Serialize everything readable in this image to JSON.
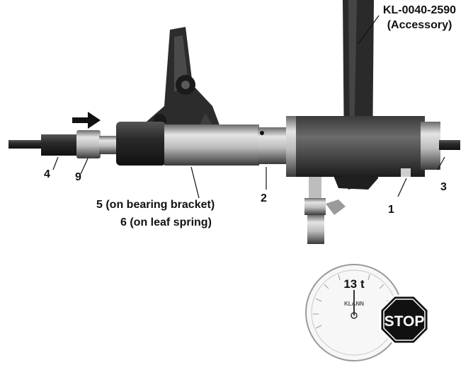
{
  "labels": {
    "tool_name": "KL-0040-2590",
    "tool_note": "(Accessory)",
    "n1": "1",
    "n2": "2",
    "n3": "3",
    "n4": "4",
    "n9": "9",
    "bearing": "5 (on bearing bracket)",
    "leaf": "6 (on leaf spring)"
  },
  "gauge": {
    "reading": "13 t",
    "brand": "KLANN",
    "stop_text": "STOP"
  },
  "colors": {
    "metal_dark": "#2b2b2b",
    "metal_mid": "#8a8a8a",
    "metal_light": "#d9d9d9",
    "stop_red": "#111111"
  }
}
